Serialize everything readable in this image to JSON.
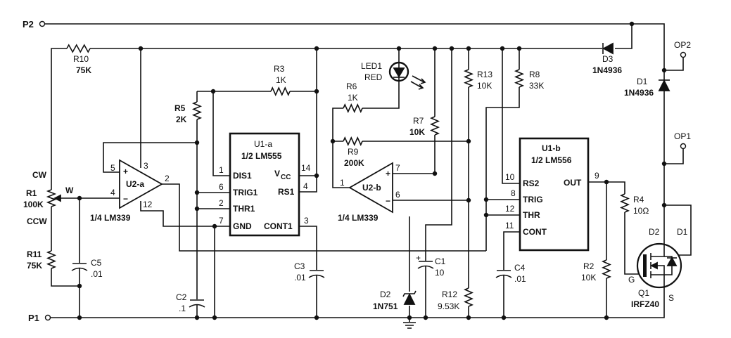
{
  "terminals": {
    "p1": "P1",
    "p2": "P2",
    "op1": "OP1",
    "op2": "OP2"
  },
  "pot": {
    "cw": "CW",
    "ccw": "CCW",
    "wiper": "W"
  },
  "components": {
    "r1": {
      "ref": "R1",
      "value": "100K"
    },
    "r2": {
      "ref": "R2",
      "value": "10K"
    },
    "r3": {
      "ref": "R3",
      "value": "1K"
    },
    "r4": {
      "ref": "R4",
      "value": "10Ω"
    },
    "r5": {
      "ref": "R5",
      "value": "2K"
    },
    "r6": {
      "ref": "R6",
      "value": "1K"
    },
    "r7": {
      "ref": "R7",
      "value": "10K"
    },
    "r8": {
      "ref": "R8",
      "value": "33K"
    },
    "r9": {
      "ref": "R9",
      "value": "200K"
    },
    "r10": {
      "ref": "R10",
      "value": "75K"
    },
    "r11": {
      "ref": "R11",
      "value": "75K"
    },
    "r12": {
      "ref": "R12",
      "value": "9.53K"
    },
    "r13": {
      "ref": "R13",
      "value": "10K"
    },
    "c1": {
      "ref": "C1",
      "value": "10",
      "polarity": "+"
    },
    "c2": {
      "ref": "C2",
      "value": ".1"
    },
    "c3": {
      "ref": "C3",
      "value": ".01"
    },
    "c4": {
      "ref": "C4",
      "value": ".01"
    },
    "c5": {
      "ref": "C5",
      "value": ".01"
    },
    "d1": {
      "ref": "D1",
      "value": "1N4936"
    },
    "d2": {
      "ref": "D2",
      "value": "1N751"
    },
    "d3": {
      "ref": "D3",
      "value": "1N4936"
    },
    "led1": {
      "ref": "LED1",
      "value": "RED"
    },
    "q1": {
      "ref": "Q1",
      "value": "IRFZ40",
      "gate": "G",
      "source": "S",
      "d2": "D2",
      "d1": "D1"
    }
  },
  "u1a": {
    "ref": "U1-a",
    "part": "1/2 LM555",
    "pins": {
      "dis": "DIS1",
      "trig": "TRIG1",
      "thr": "THR1",
      "gnd": "GND",
      "vcc_main": "V",
      "vcc_sub": "CC",
      "rs": "RS1",
      "cont": "CONT1"
    },
    "nums": {
      "dis": "1",
      "trig": "6",
      "thr": "2",
      "gnd": "7",
      "vcc": "14",
      "rs": "4",
      "cont": "3"
    }
  },
  "u1b": {
    "ref": "U1-b",
    "part": "1/2 LM556",
    "pins": {
      "rs": "RS2",
      "trig": "TRIG",
      "thr": "THR",
      "cont": "CONT",
      "out": "OUT"
    },
    "nums": {
      "rs": "10",
      "trig": "8",
      "thr": "12",
      "cont": "11",
      "out": "9"
    }
  },
  "u2a": {
    "ref": "U2-a",
    "part": "1/4 LM339",
    "plus": "+",
    "minus": "−",
    "nums": {
      "plus": "5",
      "minus": "4",
      "out": "2",
      "vplus": "3",
      "gnd": "12"
    }
  },
  "u2b": {
    "ref": "U2-b",
    "part": "1/4 LM339",
    "plus": "+",
    "minus": "−",
    "nums": {
      "plus": "7",
      "minus": "6",
      "out": "1"
    }
  }
}
